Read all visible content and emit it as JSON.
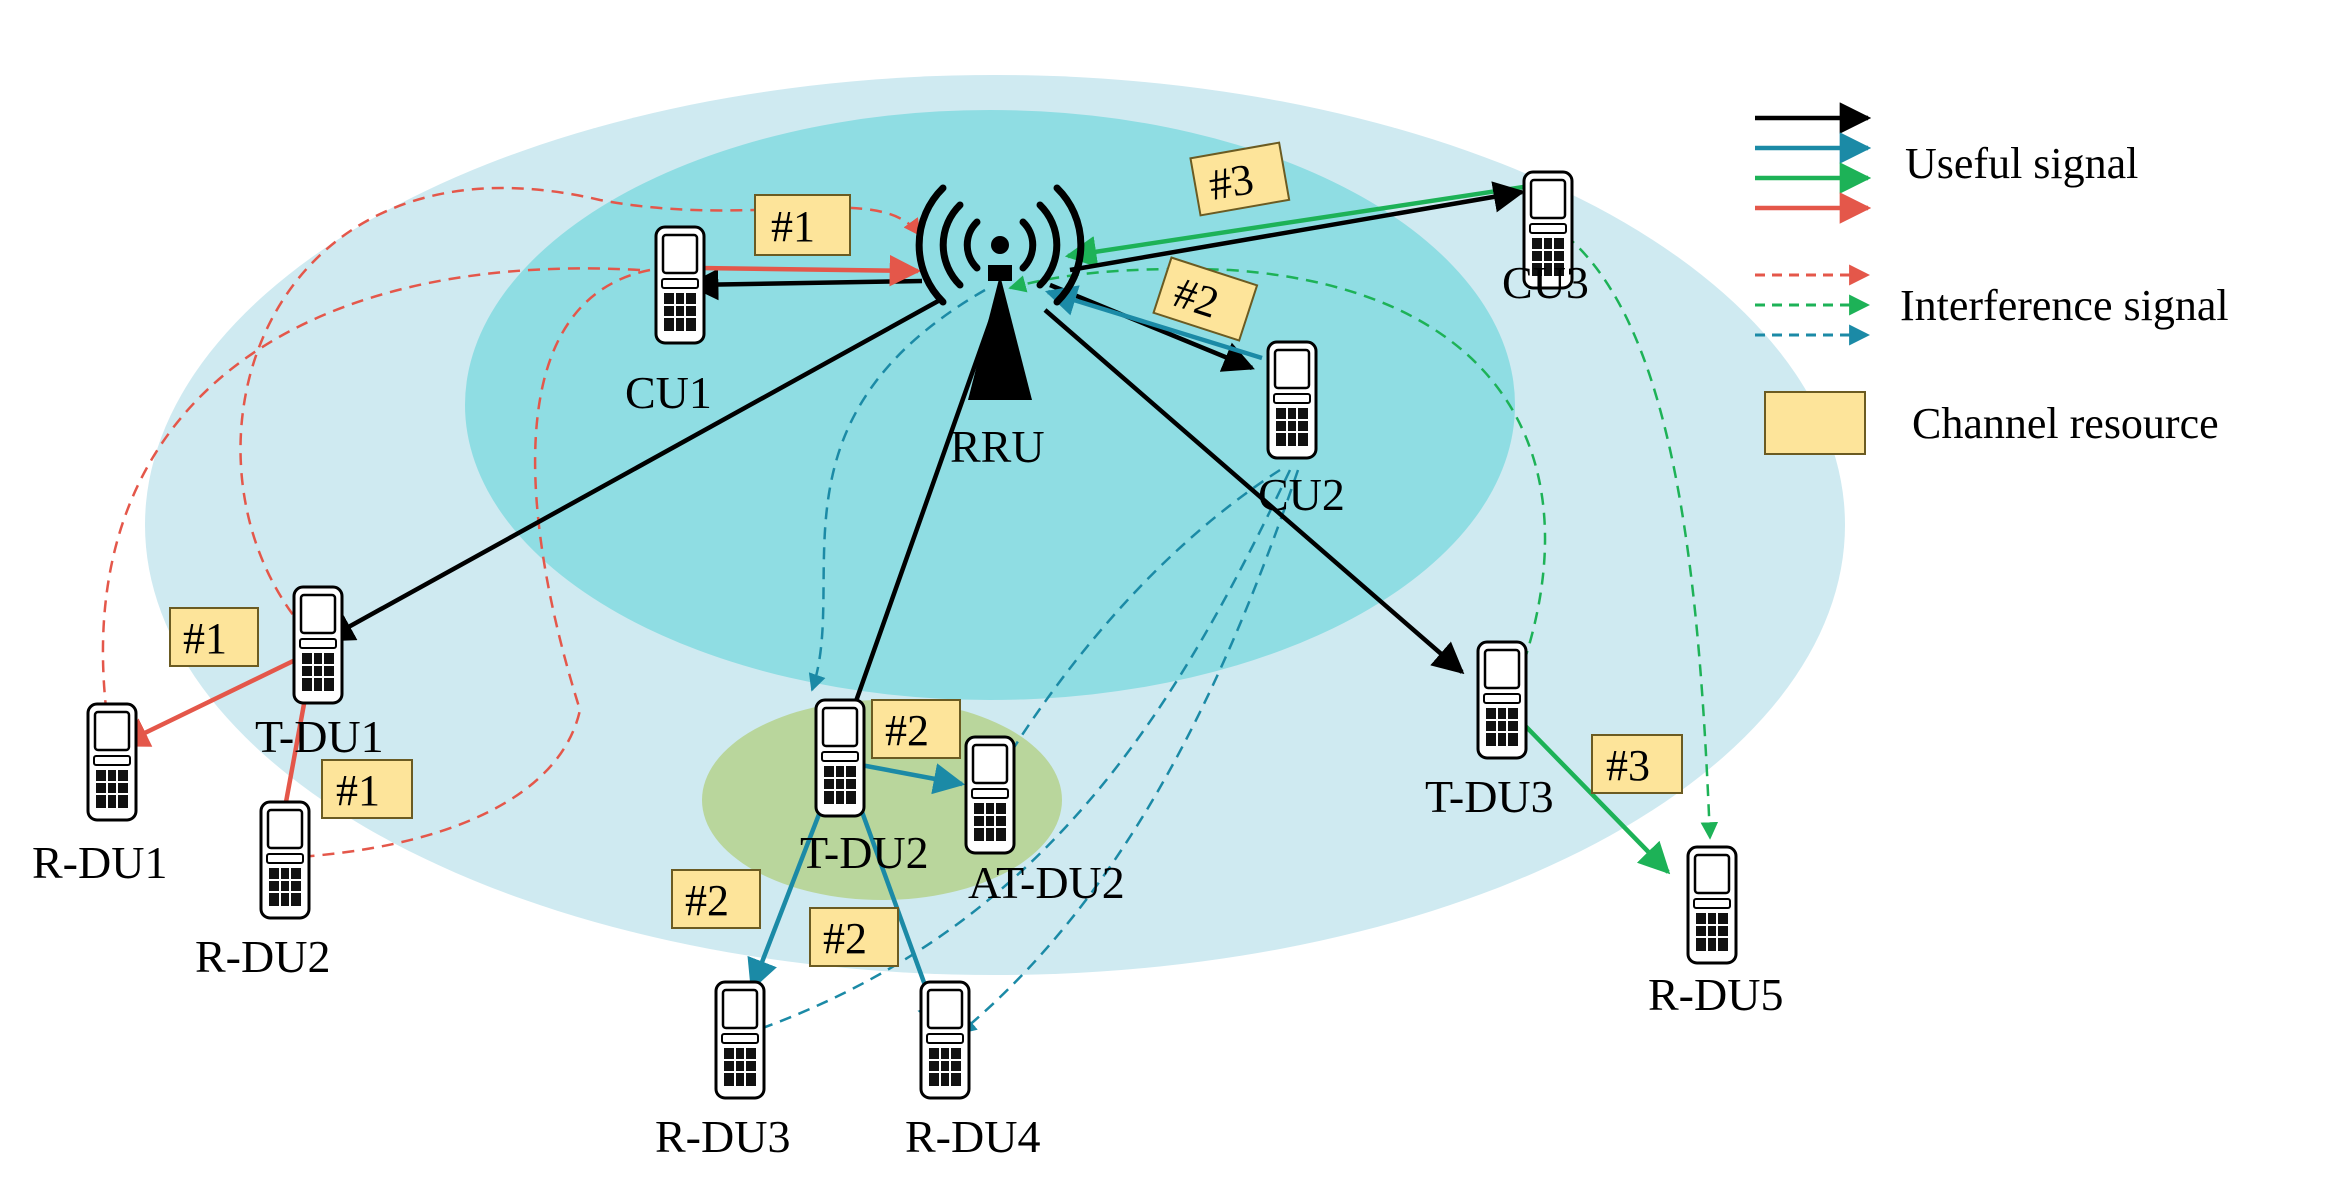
{
  "colors": {
    "outer_cell": "#cfeaf1",
    "inner_cell": "#8fdde3",
    "cluster": "#b9d69c",
    "black_signal": "#000000",
    "blue_signal": "#1b8aa6",
    "green_signal": "#1db257",
    "red_signal": "#e4574a",
    "channel_box_fill": "#fde49a",
    "channel_box_stroke": "#6b5b22"
  },
  "base_station": {
    "label": "RRU",
    "icon": "antenna-tower-icon"
  },
  "devices": {
    "cu1": "CU1",
    "cu2": "CU2",
    "cu3": "CU3",
    "tdu1": "T-DU1",
    "tdu2": "T-DU2",
    "tdu3": "T-DU3",
    "atdu2": "AT-DU2",
    "rdu1": "R-DU1",
    "rdu2": "R-DU2",
    "rdu3": "R-DU3",
    "rdu4": "R-DU4",
    "rdu5": "R-DU5"
  },
  "device_icon": "mobile-phone-icon",
  "channel_tags": {
    "cu1": "#1",
    "tdu1_rdu1": "#1",
    "tdu1_rdu2": "#1",
    "cu2": "#2",
    "tdu2": "#2",
    "tdu2_rdu3": "#2",
    "tdu2_rdu4": "#2",
    "cu3": "#3",
    "tdu3": "#3"
  },
  "legend": {
    "useful_signal": "Useful signal",
    "interference_signal": "Interference signal",
    "channel_resource": "Channel resource"
  }
}
